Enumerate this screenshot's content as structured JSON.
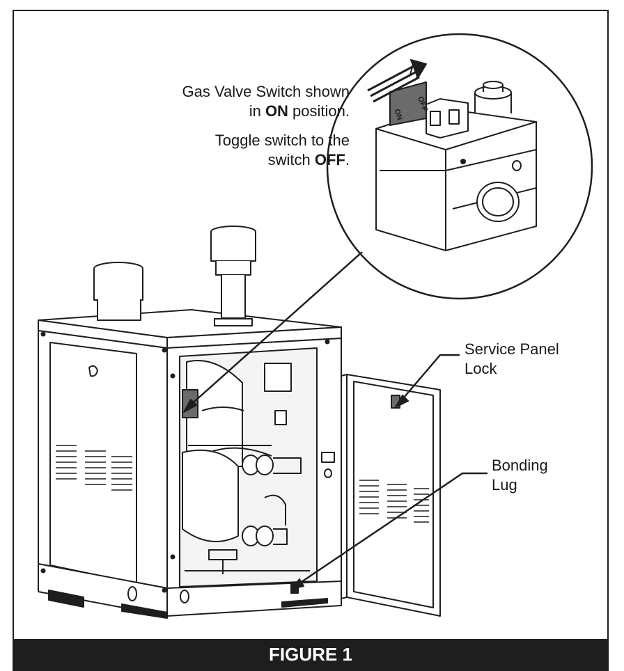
{
  "callouts": {
    "gas_valve_line1_pre": "Gas Valve Switch shown",
    "gas_valve_line2_pre": "in ",
    "gas_valve_line2_bold": "ON",
    "gas_valve_line2_post": " position.",
    "toggle_line1": "Toggle switch to the",
    "toggle_line2_pre": "switch ",
    "toggle_line2_bold": "OFF",
    "toggle_line2_post": ".",
    "service_panel_line1": "Service Panel",
    "service_panel_line2": "Lock",
    "bonding_line1": "Bonding",
    "bonding_line2": "Lug"
  },
  "switch_marks": {
    "on": "ON",
    "off": "OFF"
  },
  "caption": "FIGURE 1",
  "colors": {
    "ink": "#1e1e1e",
    "caption_bg": "#1e1e1e",
    "caption_text": "#ffffff",
    "switch_body": "#6b6b6b"
  }
}
